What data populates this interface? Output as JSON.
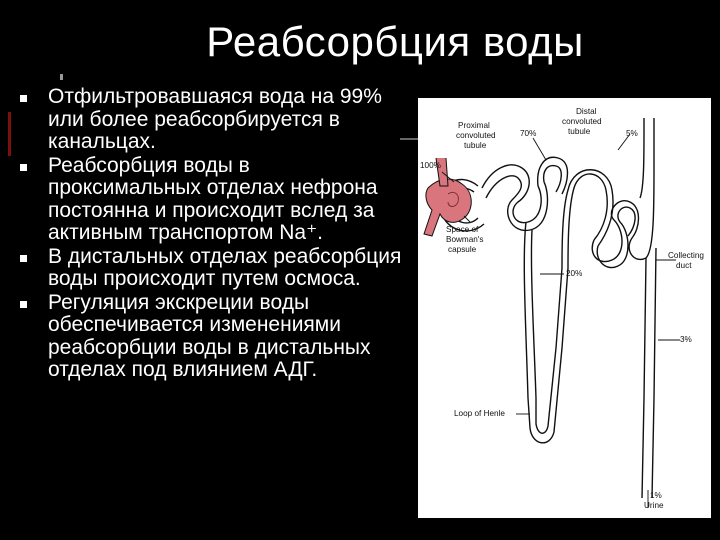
{
  "title": "Реабсорбция воды",
  "bullets": [
    "Отфильтровавшаяся вода на 99% или более реабсорбируется в канальцах.",
    "Реабсорбция воды в проксимальных отделах нефрона постоянна и происходит вслед за активным транспортом Na⁺.",
    "В дистальных отделах реабсорбция воды происходит путем осмоса.",
    "Регуляция экскреции воды обеспечивается изменениями реабсорбции воды в дистальных отделах под влиянием АДГ."
  ],
  "diagram": {
    "labels": {
      "proximal_1": "Proximal",
      "proximal_2": "convoluted",
      "proximal_3": "tubule",
      "distal_1": "Distal",
      "distal_2": "convoluted",
      "distal_3": "tubule",
      "pct_70": "70%",
      "pct_5": "5%",
      "pct_100": "100%",
      "bowman_1": "Space of",
      "bowman_2": "Bowman's",
      "bowman_3": "capsule",
      "collecting_1": "Collecting",
      "collecting_2": "duct",
      "pct_20": "20%",
      "pct_3": "3%",
      "loop": "Loop of Henle",
      "urine_pct": "1%",
      "urine": "Urine"
    },
    "colors": {
      "glomerulus": "#d9757d",
      "outline": "#111111",
      "background": "#ffffff"
    }
  }
}
